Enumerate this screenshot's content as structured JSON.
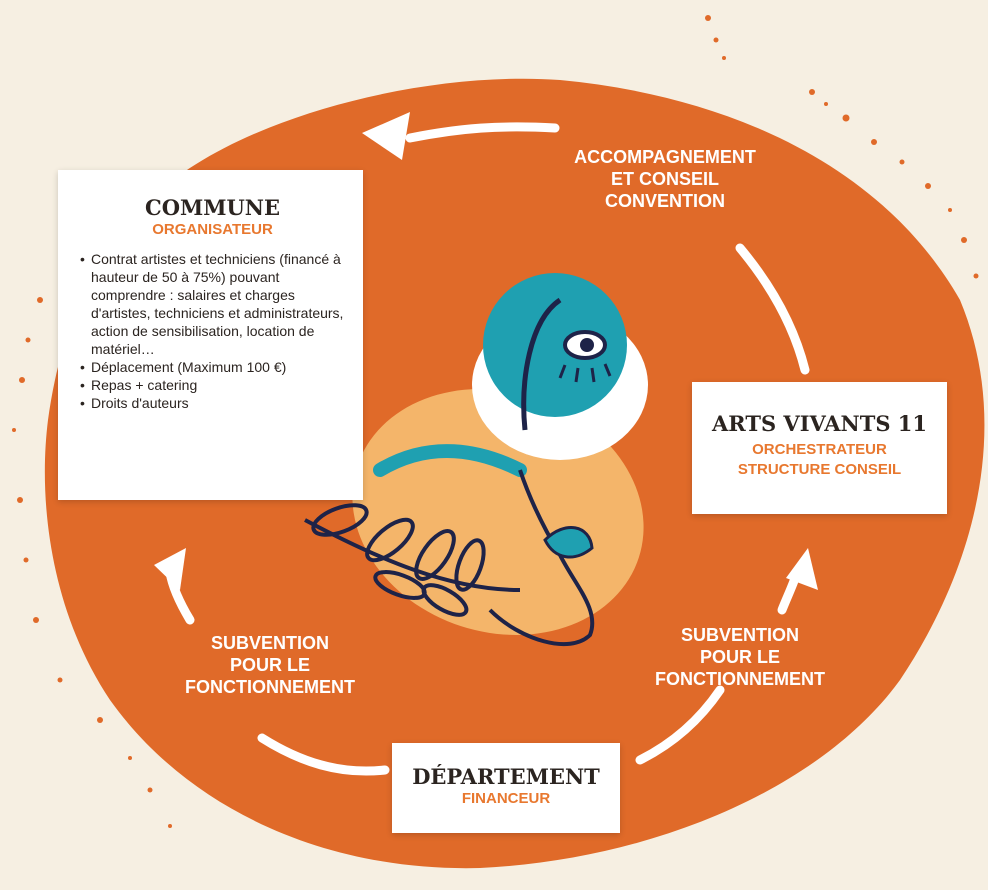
{
  "colors": {
    "background": "#f6efe2",
    "blob": "#e06a29",
    "accent_text": "#e8782f",
    "box": "#ffffff",
    "teal": "#1fa0b1",
    "peach": "#f4b56a",
    "ink": "#1e2348"
  },
  "commune": {
    "title": "COMMUNE",
    "role": "ORGANISATEUR",
    "items": [
      "Contrat artistes et techniciens (financé à hauteur de 50 à 75%) pouvant comprendre : salaires et charges d'artistes, techniciens et administrateurs, action de sensibilisation, location de matériel…",
      "Déplacement (Maximum 100 €)",
      "Repas + catering",
      "Droits d'auteurs"
    ]
  },
  "arts": {
    "title": "ARTS VIVANTS 11",
    "role_line1": "ORCHESTRATEUR",
    "role_line2": "STRUCTURE CONSEIL"
  },
  "departement": {
    "title": "DÉPARTEMENT",
    "role": "FINANCEUR"
  },
  "flows": {
    "top": [
      "ACCOMPAGNEMENT",
      "ET CONSEIL",
      "CONVENTION"
    ],
    "left": [
      "SUBVENTION",
      "POUR LE",
      "FONCTIONNEMENT"
    ],
    "right": [
      "SUBVENTION",
      "POUR LE",
      "FONCTIONNEMENT"
    ]
  },
  "icons": {
    "arrow": "arrow-icon",
    "illustration": "eye-figure-illustration"
  }
}
